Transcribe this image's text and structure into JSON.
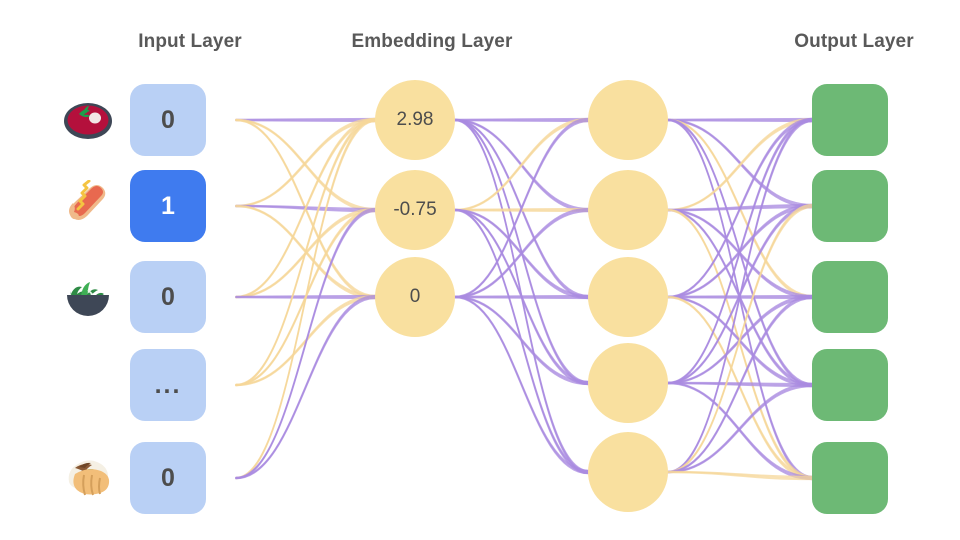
{
  "diagram": {
    "title": "Neural network embedding diagram",
    "background": "#ffffff"
  },
  "titles": {
    "input": "Input Layer",
    "embedding": "Embedding Layer",
    "output": "Output Layer"
  },
  "colors": {
    "input_box": "#B9D0F5",
    "input_box_active": "#3F7BEF",
    "node_circle": "#F9E09F",
    "output_box": "#6DB975",
    "edge_purple": "#A98BE0",
    "edge_yellow": "#F5D79A",
    "title_text": "#595959",
    "value_text": "#4d4d4d"
  },
  "input_layer": {
    "nodes": [
      {
        "icon": "bowl-of-soup-icon",
        "value": "0",
        "active": false
      },
      {
        "icon": "hot-dog-icon",
        "value": "1",
        "active": true
      },
      {
        "icon": "green-salad-icon",
        "value": "0",
        "active": false
      },
      {
        "icon": "none",
        "value": "...",
        "active": false
      },
      {
        "icon": "burrito-icon",
        "value": "0",
        "active": false
      }
    ]
  },
  "embedding_layer": {
    "nodes": [
      {
        "value": "2.98"
      },
      {
        "value": "-0.75"
      },
      {
        "value": "0"
      }
    ]
  },
  "hidden_layer": {
    "nodes": [
      {
        "value": ""
      },
      {
        "value": ""
      },
      {
        "value": ""
      },
      {
        "value": ""
      },
      {
        "value": ""
      }
    ]
  },
  "output_layer": {
    "nodes": [
      {
        "value": ""
      },
      {
        "value": ""
      },
      {
        "value": ""
      },
      {
        "value": ""
      },
      {
        "value": ""
      }
    ]
  }
}
